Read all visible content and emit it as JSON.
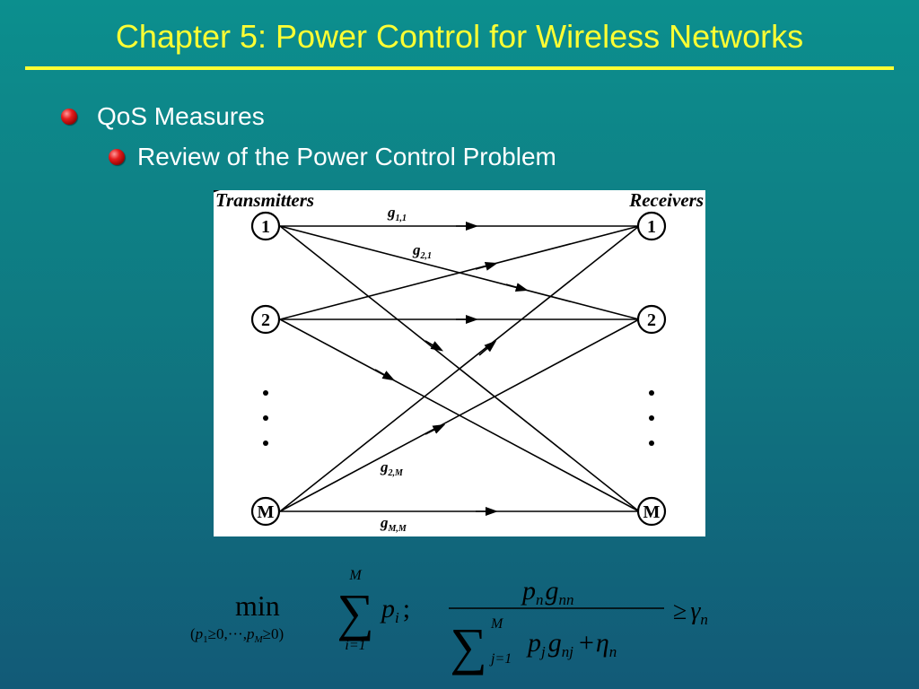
{
  "slide": {
    "title": "Chapter 5: Power Control for Wireless Networks",
    "bullets": [
      {
        "text": "QoS Measures",
        "level": 1
      },
      {
        "text": "Review of the Power Control Problem",
        "level": 2
      }
    ]
  },
  "diagram": {
    "transmitters_label": "Transmitters",
    "receivers_label": "Receivers",
    "nodes": [
      "1",
      "2",
      "M"
    ],
    "ellipsis": "• • •",
    "gains": [
      {
        "base": "g",
        "sub": "1,1"
      },
      {
        "base": "g",
        "sub": "2,1"
      },
      {
        "base": "g",
        "sub": "2,M"
      },
      {
        "base": "g",
        "sub": "M,M"
      }
    ]
  },
  "formula": {
    "min_text": "min",
    "min_constraint_open": "(",
    "min_constraint_p1": "p",
    "min_constraint_sub1": "1",
    "min_constraint_mid": "≥0,···,",
    "min_constraint_pM": "p",
    "min_constraint_subM": "M",
    "min_constraint_end": "≥0)",
    "sum_upper": "M",
    "sum_lower": "i=1",
    "sum_term_base": "p",
    "sum_term_sub": "i",
    "sum_term_end": ";",
    "num_p": "p",
    "num_p_sub": "n",
    "num_g": "g",
    "num_g_sub": "nn",
    "den_upper": "M",
    "den_lower": "j=1",
    "den_p": "p",
    "den_p_sub": "j",
    "den_g": "g",
    "den_g_sub": "nj",
    "den_plus": "+",
    "den_eta": "η",
    "den_eta_sub": "n",
    "geq": "≥",
    "gamma": "γ",
    "gamma_sub": "n",
    "sigma": "∑"
  }
}
